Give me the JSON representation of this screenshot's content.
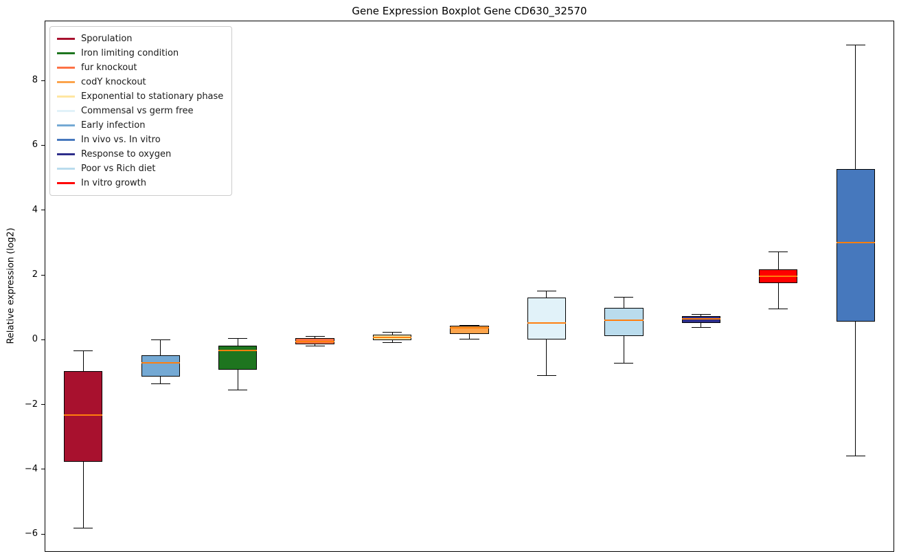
{
  "chart_data": {
    "type": "boxplot",
    "title": "Gene Expression Boxplot Gene CD630_32570",
    "ylabel": "Relative expression (log2)",
    "xlabel": "",
    "ylim": [
      -6.55,
      9.85
    ],
    "yticks": [
      -6,
      -4,
      -2,
      0,
      2,
      4,
      6,
      8
    ],
    "xlim": [
      0.5,
      11.5
    ],
    "box_width": 0.5,
    "grid": false,
    "median_color": "#ff7f0e",
    "legend_position": "upper-left",
    "legend": [
      {
        "label": "Sporulation",
        "color": "#a8112e"
      },
      {
        "label": "Iron limiting condition",
        "color": "#1e751f"
      },
      {
        "label": "fur knockout",
        "color": "#fd7246"
      },
      {
        "label": "codY knockout",
        "color": "#fca44c"
      },
      {
        "label": "Exponential to stationary phase",
        "color": "#ffe6a1"
      },
      {
        "label": "Commensal vs germ free",
        "color": "#e1f2f9"
      },
      {
        "label": "Early infection",
        "color": "#74a9d4"
      },
      {
        "label": "In vivo vs. In vitro",
        "color": "#4678bd"
      },
      {
        "label": "Response to oxygen",
        "color": "#2d2d8a"
      },
      {
        "label": "Poor vs Rich diet",
        "color": "#badced"
      },
      {
        "label": "In vitro growth",
        "color": "#ff0000"
      }
    ],
    "series": [
      {
        "name": "Sporulation",
        "color": "#a8112e",
        "position": 1,
        "whisker_low": -5.82,
        "q1": -3.77,
        "median": -2.33,
        "q3": -0.98,
        "whisker_high": -0.35
      },
      {
        "name": "Early infection",
        "color": "#74a9d4",
        "position": 2,
        "whisker_low": -1.36,
        "q1": -1.15,
        "median": -0.72,
        "q3": -0.49,
        "whisker_high": 0.0
      },
      {
        "name": "Iron limiting condition",
        "color": "#1e751f",
        "position": 3,
        "whisker_low": -1.55,
        "q1": -0.93,
        "median": -0.34,
        "q3": -0.19,
        "whisker_high": 0.03
      },
      {
        "name": "fur knockout",
        "color": "#fd7246",
        "position": 4,
        "whisker_low": -0.19,
        "q1": -0.14,
        "median": -0.05,
        "q3": 0.05,
        "whisker_high": 0.11
      },
      {
        "name": "Exponential to stationary phase",
        "color": "#ffe6a1",
        "position": 5,
        "whisker_low": -0.1,
        "q1": -0.01,
        "median": 0.08,
        "q3": 0.15,
        "whisker_high": 0.22
      },
      {
        "name": "codY knockout",
        "color": "#fca44c",
        "position": 6,
        "whisker_low": 0.02,
        "q1": 0.17,
        "median": 0.36,
        "q3": 0.43,
        "whisker_high": 0.45
      },
      {
        "name": "Commensal vs germ free",
        "color": "#e1f2f9",
        "position": 7,
        "whisker_low": -1.1,
        "q1": 0.0,
        "median": 0.51,
        "q3": 1.29,
        "whisker_high": 1.51
      },
      {
        "name": "Poor vs Rich diet",
        "color": "#badced",
        "position": 8,
        "whisker_low": -0.72,
        "q1": 0.11,
        "median": 0.59,
        "q3": 0.98,
        "whisker_high": 1.31
      },
      {
        "name": "Response to oxygen",
        "color": "#2d2d8a",
        "position": 9,
        "whisker_low": 0.38,
        "q1": 0.51,
        "median": 0.64,
        "q3": 0.72,
        "whisker_high": 0.79
      },
      {
        "name": "In vitro growth",
        "color": "#ff0000",
        "position": 10,
        "whisker_low": 0.95,
        "q1": 1.74,
        "median": 1.96,
        "q3": 2.18,
        "whisker_high": 2.71
      },
      {
        "name": "In vivo vs. In vitro",
        "color": "#4678bd",
        "position": 11,
        "whisker_low": -3.6,
        "q1": 0.55,
        "median": 2.99,
        "q3": 5.26,
        "whisker_high": 9.1
      }
    ]
  }
}
